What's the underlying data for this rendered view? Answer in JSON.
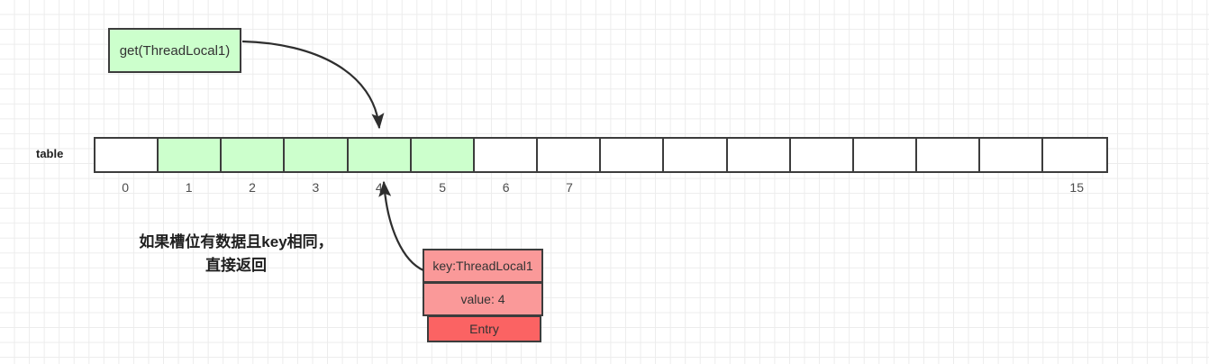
{
  "diagram": {
    "title_box": {
      "label": "get(ThreadLocal1)"
    },
    "table": {
      "label": "table",
      "cell_count": 16,
      "highlighted_indices": [
        1,
        2,
        3,
        4,
        5
      ],
      "visible_index_labels": [
        {
          "index": 0,
          "label": "0"
        },
        {
          "index": 1,
          "label": "1"
        },
        {
          "index": 2,
          "label": "2"
        },
        {
          "index": 3,
          "label": "3"
        },
        {
          "index": 4,
          "label": "4"
        },
        {
          "index": 5,
          "label": "5"
        },
        {
          "index": 6,
          "label": "6"
        },
        {
          "index": 7,
          "label": "7"
        },
        {
          "index": 15,
          "label": "15"
        }
      ]
    },
    "note": {
      "line1": "如果槽位有数据且key相同，",
      "line2": "直接返回"
    },
    "entry": {
      "key_label": "key:ThreadLocal1",
      "value_label": "value: 4",
      "type_label": "Entry"
    },
    "colors": {
      "highlight_green": "#ccffcc",
      "entry_pink": "#fa9999",
      "entry_red": "#fb6363",
      "stroke": "#3c3c3c",
      "grid": "#ececec",
      "text": "#333333"
    }
  }
}
